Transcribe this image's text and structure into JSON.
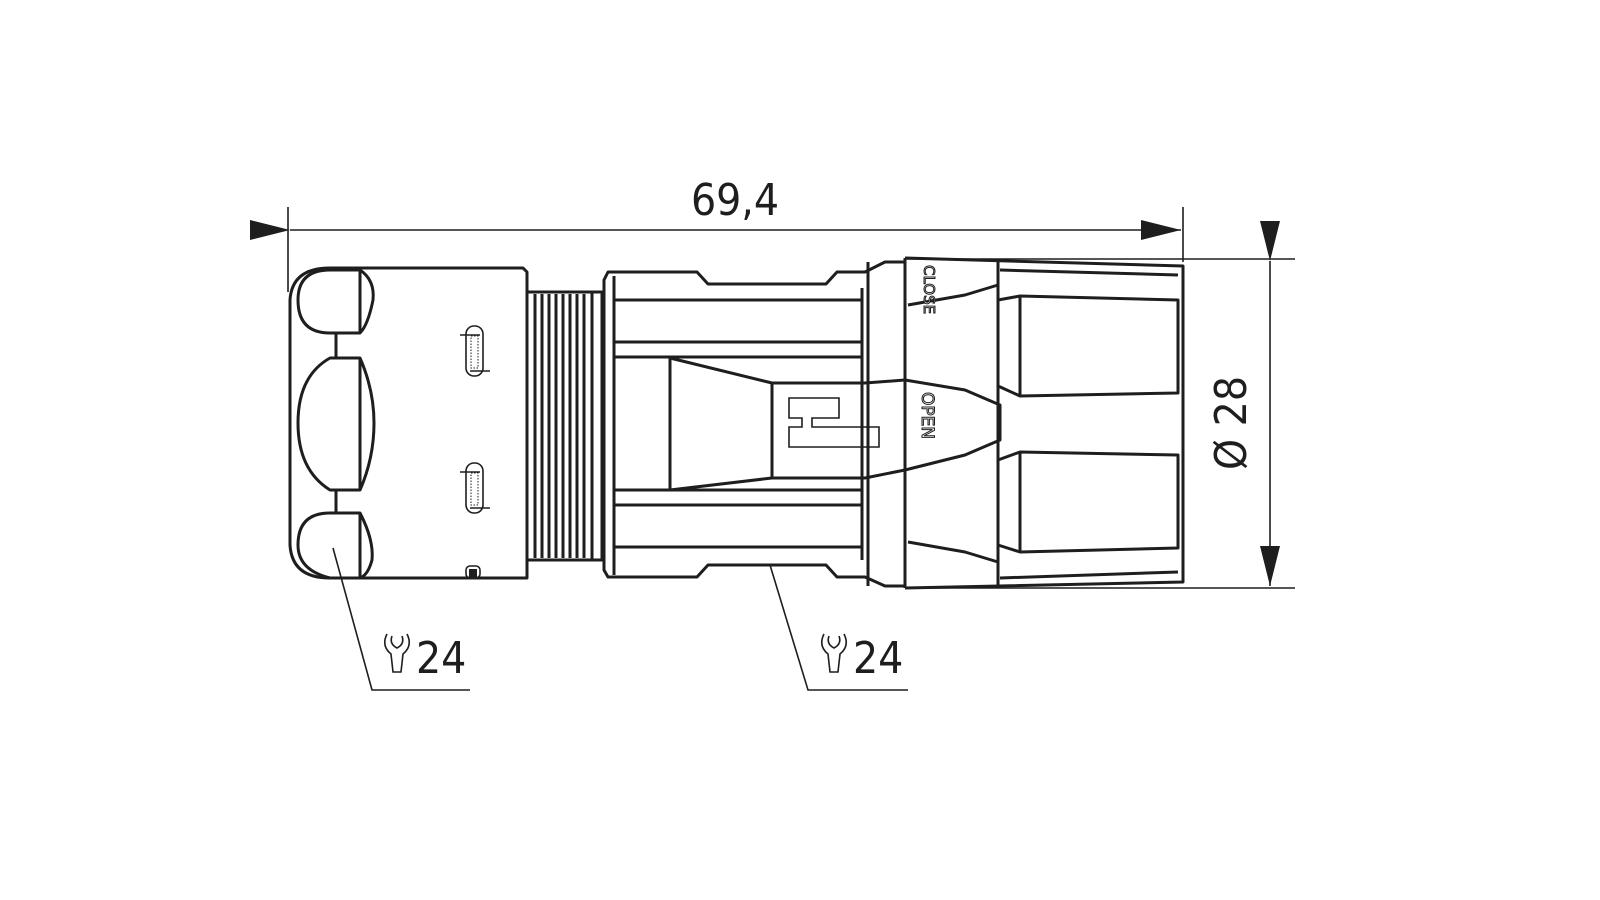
{
  "drawing": {
    "length_dimension": "69,4",
    "diameter_dimension": "Ø 28",
    "wrench_size_left": "24",
    "wrench_size_right": "24",
    "close_label": "CLOSE",
    "open_label": "OPEN",
    "logo_text": "H",
    "line_color": "#1e1e1e"
  }
}
